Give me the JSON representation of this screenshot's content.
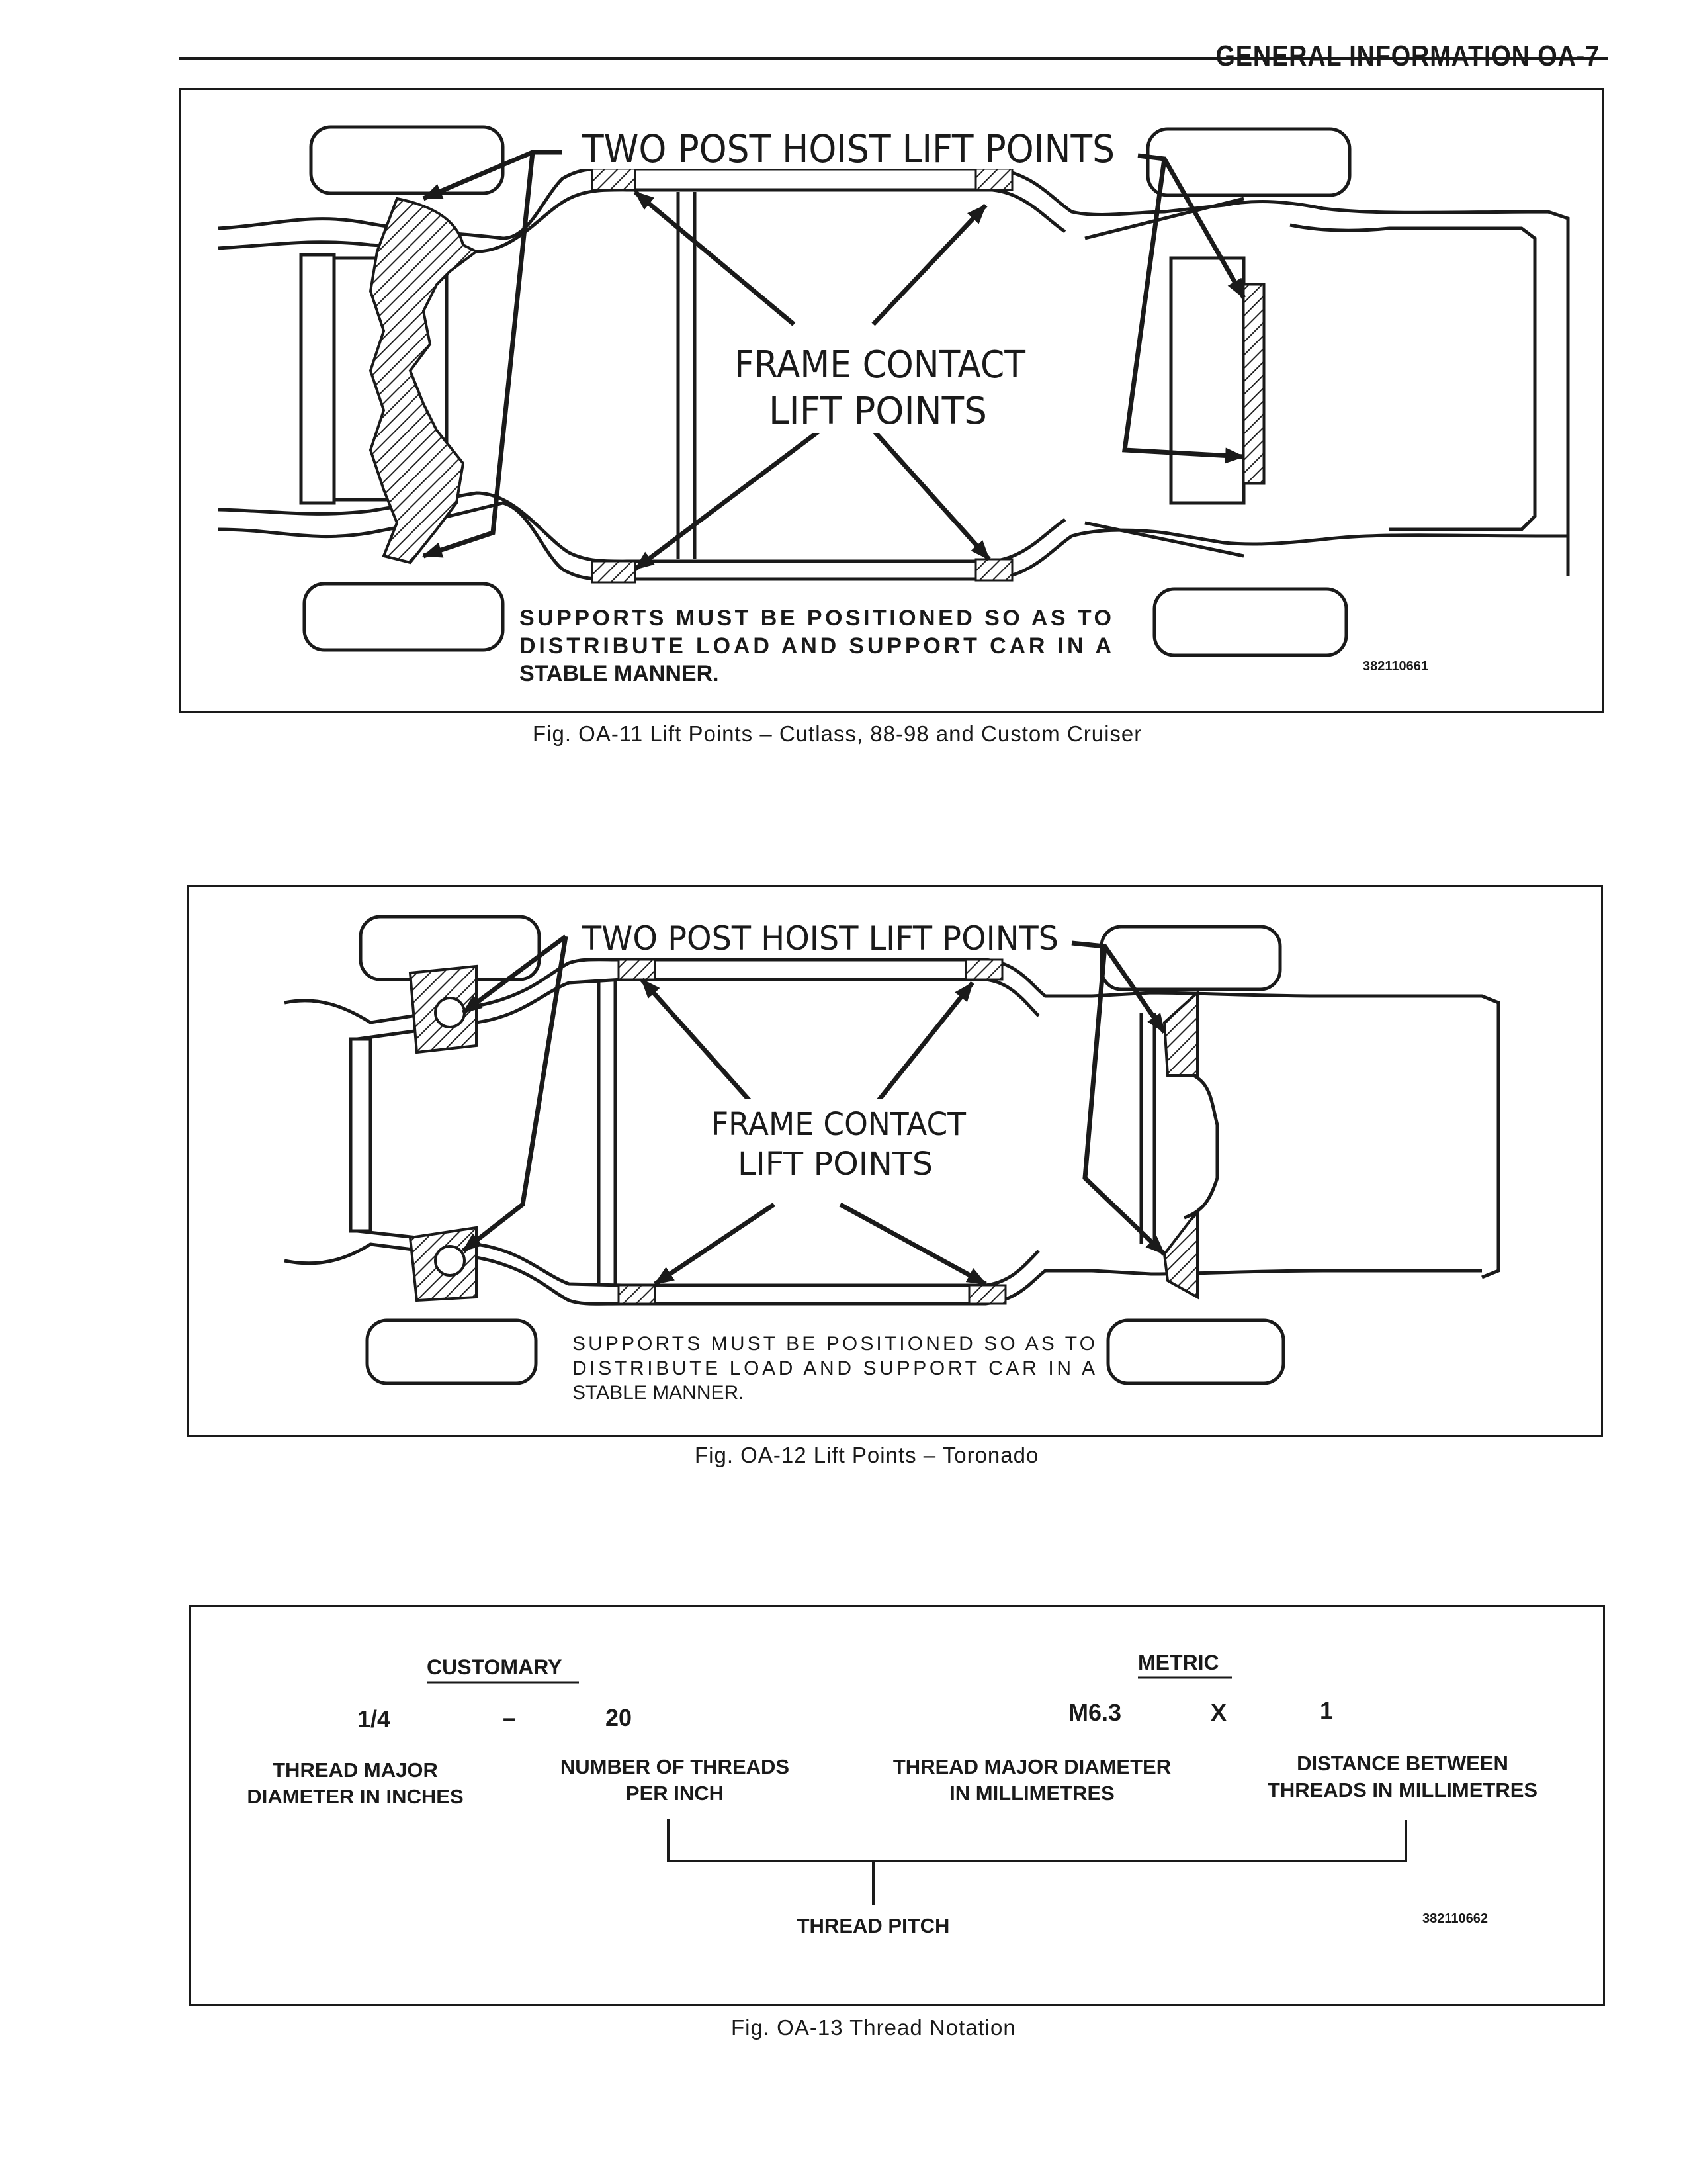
{
  "header": {
    "text": "GENERAL INFORMATION  OA-7"
  },
  "fig11": {
    "hoist_label": "TWO POST HOIST LIFT POINTS",
    "frame_label_1": "FRAME CONTACT",
    "frame_label_2": "LIFT POINTS",
    "support_1": "SUPPORTS MUST BE POSITIONED SO AS TO",
    "support_2": "DISTRIBUTE LOAD AND SUPPORT CAR IN A",
    "support_3": "STABLE MANNER.",
    "code": "382110661",
    "caption": "Fig. OA-11 Lift Points – Cutlass, 88-98 and Custom Cruiser"
  },
  "fig12": {
    "hoist_label": "TWO POST HOIST LIFT POINTS",
    "frame_label_1": "FRAME CONTACT",
    "frame_label_2": "LIFT POINTS",
    "support_1": "SUPPORTS MUST BE POSITIONED SO AS TO",
    "support_2": "DISTRIBUTE LOAD AND SUPPORT CAR IN A",
    "support_3": "STABLE MANNER.",
    "caption": "Fig. OA-12 Lift Points – Toronado"
  },
  "fig13": {
    "customary": "CUSTOMARY",
    "metric": "METRIC",
    "v_quarter": "1/4",
    "v_dash": "–",
    "v_20": "20",
    "v_m63": "M6.3",
    "v_x": "X",
    "v_1": "1",
    "l1a": "THREAD MAJOR",
    "l1b": "DIAMETER IN INCHES",
    "l2a": "NUMBER OF THREADS",
    "l2b": "PER INCH",
    "l3a": "THREAD MAJOR DIAMETER",
    "l3b": "IN MILLIMETRES",
    "l4a": "DISTANCE BETWEEN",
    "l4b": "THREADS IN MILLIMETRES",
    "pitch": "THREAD PITCH",
    "code": "382110662",
    "caption": "Fig. OA-13 Thread Notation"
  }
}
